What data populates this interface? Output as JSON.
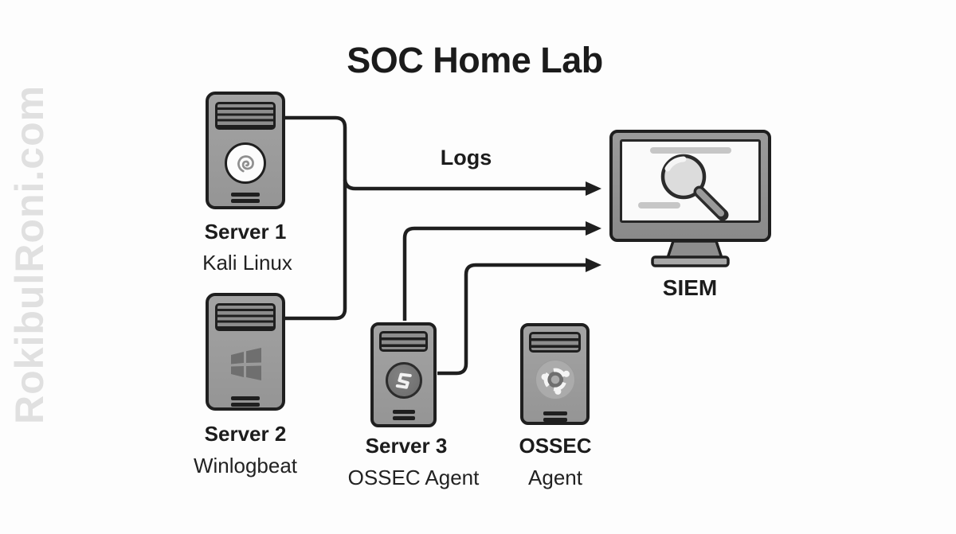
{
  "title": "SOC Home Lab",
  "watermark": "RokibulRoni.com",
  "edge_label": "Logs",
  "nodes": {
    "server1": {
      "label": "Server 1",
      "sublabel": "Kali Linux",
      "icon": "debian-swirl-icon"
    },
    "server2": {
      "label": "Server 2",
      "sublabel": "Winlogbeat",
      "icon": "windows-logo-icon"
    },
    "server3": {
      "label": "Server 3",
      "sublabel": "OSSEC Agent",
      "icon": "ossec-s-icon",
      "logo_letter": "S"
    },
    "agent": {
      "label": "OSSEC",
      "sublabel": "Agent",
      "icon": "ubuntu-logo-icon"
    },
    "siem": {
      "label": "SIEM",
      "icon": "search-magnifier-icon"
    }
  },
  "edges": [
    {
      "from": "Server 1 + Server 2",
      "to": "SIEM",
      "label": "Logs"
    },
    {
      "from": "Server 3 (top)",
      "to": "SIEM",
      "label": ""
    },
    {
      "from": "Server 3 (side)",
      "to": "SIEM",
      "label": ""
    }
  ],
  "colors": {
    "ink": "#1f1f1f",
    "tower_body": "#9d9d9d",
    "vent_panel": "#8d8d8d",
    "windows_logo": "#6f6f6f",
    "screen": "#fafafa",
    "screen_bar": "#c6c6c6",
    "watermark": "#e0e0e0",
    "background": "#fdfdfd"
  }
}
